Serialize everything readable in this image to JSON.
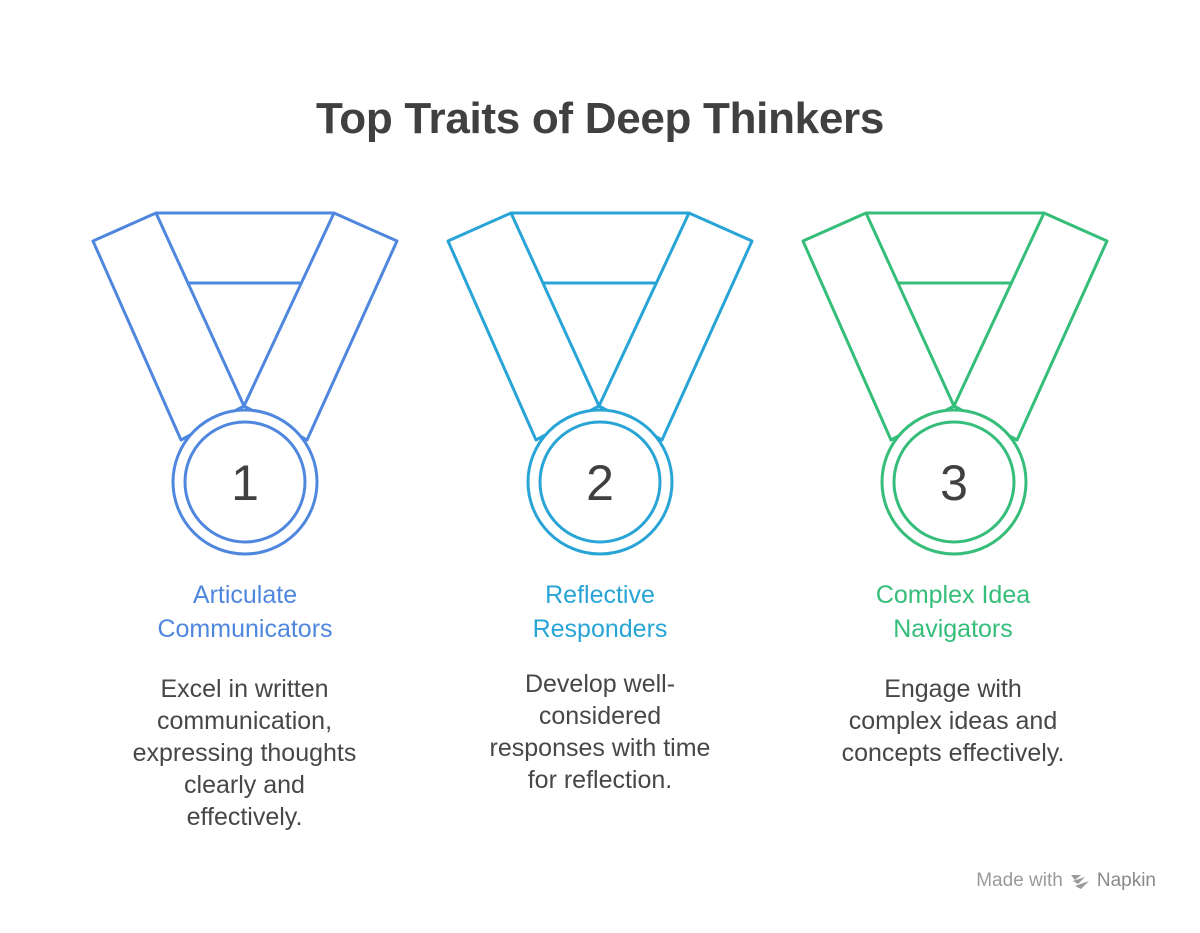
{
  "title": "Top Traits of Deep Thinkers",
  "traits": [
    {
      "number": "1",
      "heading_line1": "Articulate",
      "heading_line2": "Communicators",
      "description": [
        "Excel in written",
        "communication,",
        "expressing thoughts",
        "clearly and",
        "effectively."
      ],
      "color": "#4f87df"
    },
    {
      "number": "2",
      "heading_line1": "Reflective",
      "heading_line2": "Responders",
      "description": [
        "Develop well-",
        "considered",
        "responses with time",
        "for reflection."
      ],
      "color": "#28a5d6"
    },
    {
      "number": "3",
      "heading_line1": "Complex Idea",
      "heading_line2": "Navigators",
      "description": [
        "Engage with",
        "complex ideas and",
        "concepts effectively."
      ],
      "color": "#35bd7a"
    }
  ],
  "footer": {
    "made_with": "Made with",
    "brand": "Napkin",
    "logo_icon": "napkin-logo-icon"
  }
}
